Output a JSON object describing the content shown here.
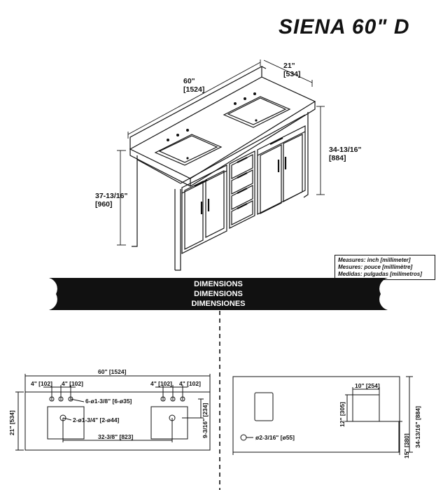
{
  "title": "SIENA 60\" D",
  "iso": {
    "width_in": "60\"",
    "width_mm": "[1524]",
    "depth_in": "21\"",
    "depth_mm": "[534]",
    "height_in": "37-13/16\"",
    "height_mm": "[960]",
    "cabinet_in": "34-13/16\"",
    "cabinet_mm": "[884]"
  },
  "legend": {
    "line1": "Measures: inch [millimeter]",
    "line2": "Mesures: pouce [millimètre]",
    "line3": "Medidas: pulgadas [milímetros]"
  },
  "banner": {
    "en": "DIMENSIONS",
    "fr": "DIMENSIONS",
    "es": "DIMENSIONES"
  },
  "top_view": {
    "overall": "60\" [1524]",
    "spacing_a1": "4\" [102]",
    "spacing_a2": "4\" [102]",
    "spacing_b1": "4\" [102]",
    "spacing_b2": "4\" [102]",
    "faucet_holes": "6-ø1-3/8\" [6-ø35]",
    "drain_holes": "2-ø1-3/4\" [2-ø44]",
    "drain_spacing": "32-3/8\" [823]",
    "depth": "21\" [534]",
    "hole_offset": "9-3/16\" [234]"
  },
  "back_view": {
    "cutout_width": "10\" [254]",
    "cutout_height": "12\" [305]",
    "pipe_hole": "ø2-3/16\" [ø55]",
    "height": "34-13/16\" [884]",
    "pipe_height": "15\" [380]"
  }
}
